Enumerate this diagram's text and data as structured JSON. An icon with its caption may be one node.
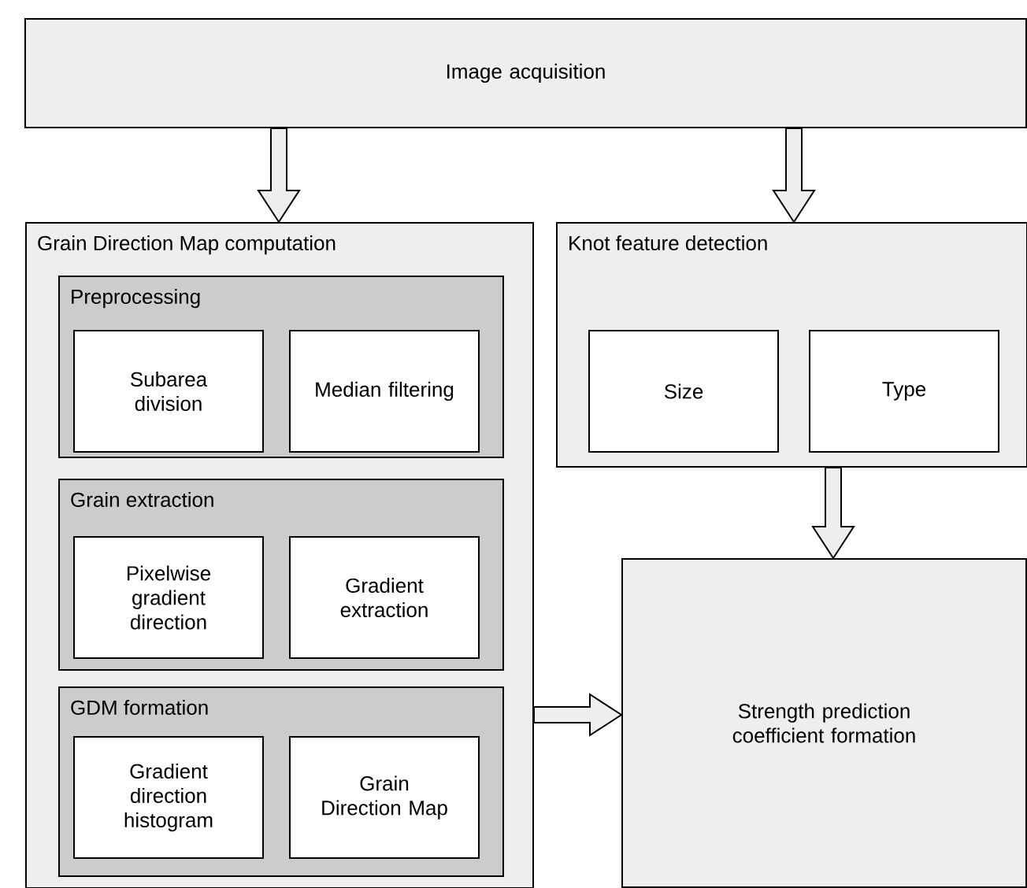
{
  "diagram": {
    "nodes": [
      {
        "text": [
          "Image acquisition"
        ]
      },
      {
        "text": [
          "Grain Direction Map computation"
        ]
      },
      {
        "text": [
          "Preprocessing"
        ],
        "in": 1
      },
      {
        "text": [
          "Subarea division"
        ],
        "in": 2
      },
      {
        "text": [
          "Median filtering"
        ],
        "in": 2
      },
      {
        "text": [
          "Grain extraction"
        ],
        "in": 1
      },
      {
        "text": [
          "Pixelwise gradient direction"
        ],
        "in": 5
      },
      {
        "text": [
          "Gradient extraction"
        ],
        "in": 5
      },
      {
        "text": [
          "GDM formation"
        ],
        "in": 1
      },
      {
        "text": [
          "Gradient direction histogram"
        ],
        "in": 8
      },
      {
        "text": [
          "Grain Direction Map"
        ],
        "in": 8
      },
      {
        "text": [
          "Knot feature detection"
        ]
      },
      {
        "text": [
          "Size"
        ],
        "in": 11
      },
      {
        "text": [
          "Type"
        ],
        "in": 11
      },
      {
        "text": [
          "Strength prediction coefficient formation"
        ]
      }
    ],
    "edges": [
      {
        "from": 0,
        "to": 1,
        "arrow": "to"
      },
      {
        "from": 0,
        "to": 11,
        "arrow": "to"
      },
      {
        "from": 11,
        "to": 14,
        "arrow": "to"
      },
      {
        "from": 1,
        "to": 14,
        "arrow": "to"
      }
    ]
  }
}
